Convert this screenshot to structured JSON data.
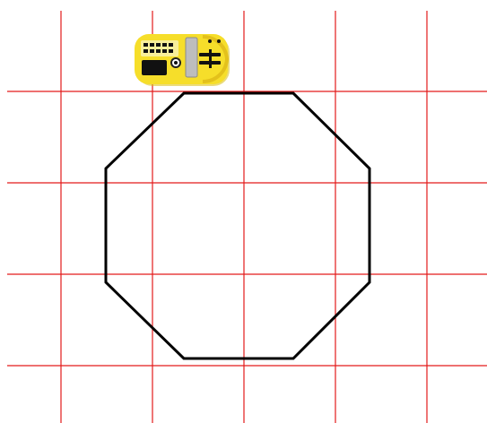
{
  "canvas": {
    "background": "#ffffff"
  },
  "grid": {
    "color": "#e31b1b",
    "vertical_lines": 5,
    "horizontal_lines": 4
  },
  "path": {
    "shape": "octagon",
    "color": "#000000"
  },
  "robot": {
    "name": "yellow-programmable-floor-robot",
    "body_color": "#f6de2a",
    "accent_color": "#111111"
  }
}
